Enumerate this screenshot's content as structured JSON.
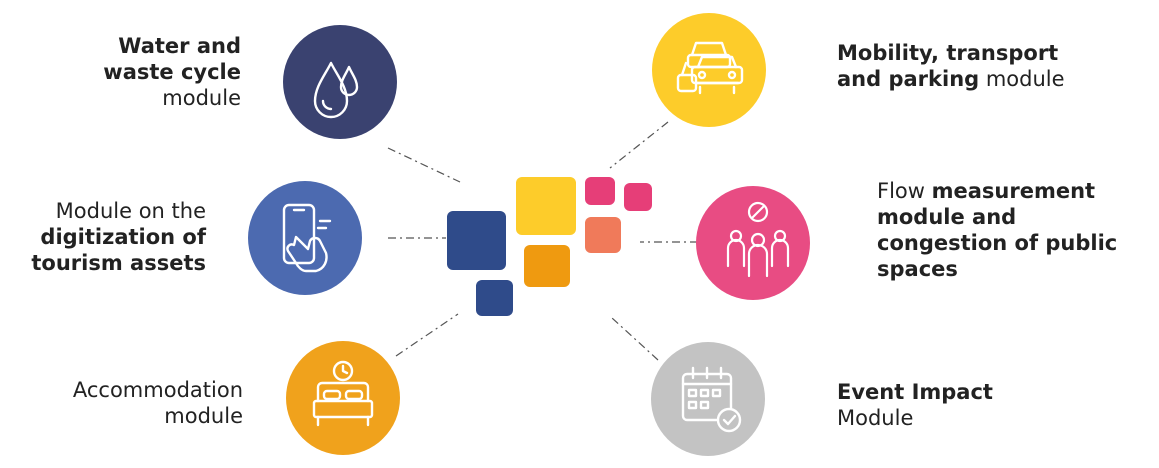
{
  "modules": {
    "water": {
      "name": "water-waste-cycle-module",
      "color": "#3a4270",
      "icon": "water-drops-icon",
      "lines": [
        [
          {
            "bold": true,
            "text": "Water and"
          }
        ],
        [
          {
            "bold": true,
            "text": "waste cycle"
          }
        ],
        [
          {
            "bold": false,
            "text": "module"
          }
        ]
      ]
    },
    "tourism": {
      "name": "tourism-digitization-module",
      "color": "#4c6ab0",
      "icon": "phone-touch-icon",
      "lines": [
        [
          {
            "bold": false,
            "text": "Module on the"
          }
        ],
        [
          {
            "bold": true,
            "text": "digitization of"
          }
        ],
        [
          {
            "bold": true,
            "text": "tourism assets"
          }
        ]
      ]
    },
    "accommodation": {
      "name": "accommodation-module",
      "color": "#f0a21c",
      "icon": "bed-clock-icon",
      "lines": [
        [
          {
            "bold": false,
            "text": "Accommodation"
          }
        ],
        [
          {
            "bold": false,
            "text": "module"
          }
        ]
      ]
    },
    "mobility": {
      "name": "mobility-transport-parking-module",
      "color": "#fdcc2a",
      "icon": "cars-icon",
      "lines": [
        [
          {
            "bold": true,
            "text": "Mobility, transport"
          }
        ],
        [
          {
            "bold": true,
            "text": "and parking"
          },
          {
            "bold": false,
            "text": " module"
          }
        ]
      ]
    },
    "flow": {
      "name": "flow-measurement-module",
      "color": "#e84c83",
      "icon": "crowd-no-entry-icon",
      "lines": [
        [
          {
            "bold": false,
            "text": "Flow "
          },
          {
            "bold": true,
            "text": "measurement"
          }
        ],
        [
          {
            "bold": true,
            "text": "module and"
          }
        ],
        [
          {
            "bold": true,
            "text": "congestion of public"
          }
        ],
        [
          {
            "bold": true,
            "text": "spaces"
          }
        ]
      ]
    },
    "event": {
      "name": "event-impact-module",
      "color": "#c3c3c3",
      "icon": "calendar-check-icon",
      "lines": [
        [
          {
            "bold": true,
            "text": "Event Impact"
          }
        ],
        [
          {
            "bold": false,
            "text": "Module"
          }
        ]
      ]
    }
  },
  "center_logo": {
    "colors": [
      "#2f4b8a",
      "#fdcc2a",
      "#e63e78",
      "#f07a5a",
      "#ef9a10"
    ]
  }
}
